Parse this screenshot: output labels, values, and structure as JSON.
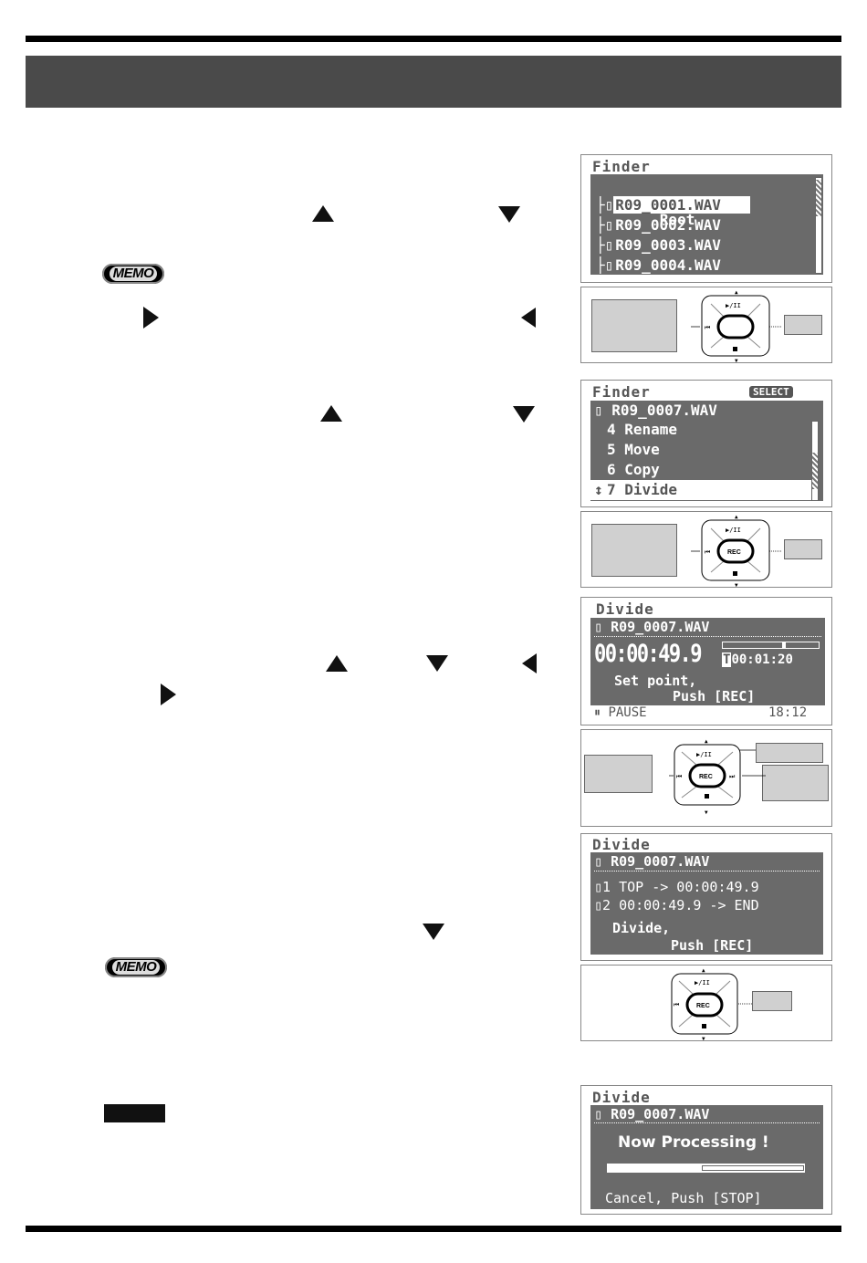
{
  "panels": {
    "finder_list": {
      "title": "Finder",
      "root": "Root",
      "root_prefix": "/",
      "files": [
        "R09_0001.WAV",
        "R09_0002.WAV",
        "R09_0003.WAV",
        "R09_0004.WAV"
      ]
    },
    "finder_menu": {
      "title": "Finder",
      "badge": "SELECT",
      "file": "R09_0007.WAV",
      "items": [
        "4 Rename",
        "5 Move",
        "6 Copy",
        "7 Divide"
      ]
    },
    "divide_set": {
      "title": "Divide",
      "file": "R09_0007.WAV",
      "time": "00:00:49.9",
      "total": "00:01:20",
      "total_icon": "T",
      "msg1": "Set point,",
      "msg2": "Push [REC]",
      "status": "PAUSE",
      "clock": "18:12",
      "progress_fraction": 0.62
    },
    "divide_confirm": {
      "title": "Divide",
      "file": "R09_0007.WAV",
      "part1": "1 TOP -> 00:00:49.9",
      "part2": "2 00:00:49.9 -> END",
      "msg1": "Divide,",
      "msg2": "Push [REC]"
    },
    "divide_processing": {
      "title": "Divide",
      "file": "R09_0007.WAV",
      "msg": "Now Processing !",
      "cancel": "Cancel, Push [STOP]",
      "progress_fraction": 0.48
    }
  },
  "pad": {
    "play_label": "▶/II",
    "rec_label": "REC"
  },
  "memo_label": "MEMO",
  "icons": [
    "up-arrow-icon",
    "down-arrow-icon",
    "left-arrow-icon",
    "right-arrow-icon",
    "file-icon",
    "stop-icon",
    "skip-back-icon",
    "skip-forward-icon"
  ]
}
